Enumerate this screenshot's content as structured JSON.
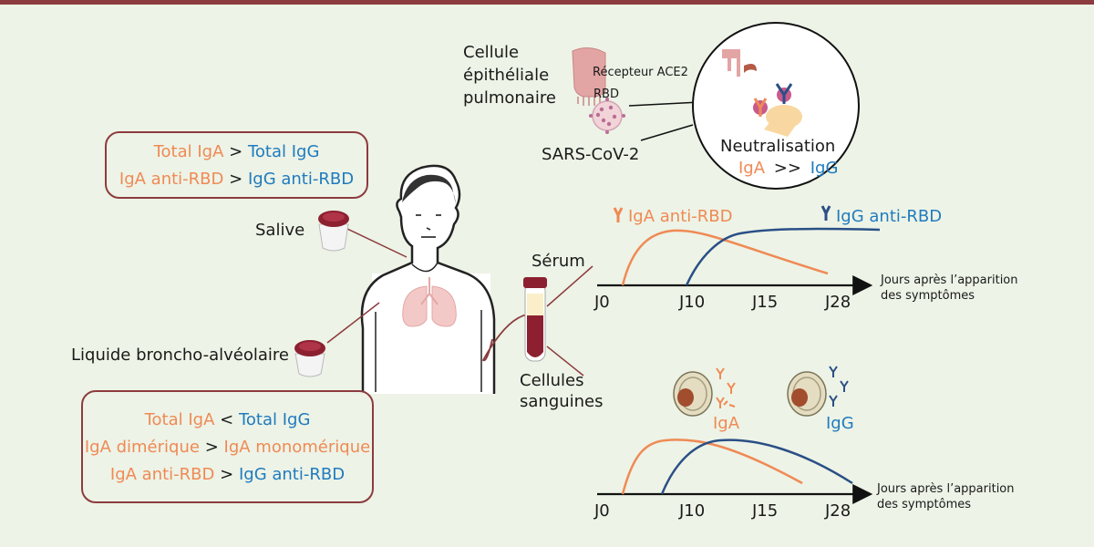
{
  "colors": {
    "iga": "#ef8a55",
    "igg": "#1f7bbf",
    "igg_curve": "#2a4f86",
    "frame": "#8c3b3e",
    "background": "#edf3e6"
  },
  "saliva_box": {
    "line1": {
      "a": "Total IgA",
      "op": ">",
      "b": "Total IgG"
    },
    "line2": {
      "a": "IgA anti-RBD",
      "op": ">",
      "b": "IgG anti-RBD"
    }
  },
  "bal_box": {
    "line1": {
      "a": "Total IgA",
      "op": "<",
      "b": "Total IgG"
    },
    "line2": {
      "a": "IgA dimérique",
      "op": ">",
      "b": "IgA monomérique"
    },
    "line3": {
      "a": "IgA anti-RBD",
      "op": ">",
      "b": "IgG anti-RBD"
    }
  },
  "labels": {
    "salive": "Salive",
    "liquide": "Liquide broncho-alvéolaire",
    "serum": "Sérum",
    "cellules_1": "Cellules",
    "cellules_2": "sanguines",
    "cellule_1": "Cellule",
    "cellule_2": "épithéliale",
    "cellule_3": "pulmonaire",
    "recepteur": "Récepteur ACE2",
    "rbd": "RBD",
    "virus": "SARS-CoV-2",
    "neutralisation": "Neutralisation",
    "neut_iga": "IgA",
    "neut_op": ">>",
    "neut_igg": "IgG",
    "cell_iga": "IgA",
    "cell_igg": "IgG"
  },
  "top_chart": {
    "legend_iga": "IgA anti-RBD",
    "legend_igg": "IgG anti-RBD",
    "ticks": [
      "J0",
      "J10",
      "J15",
      "J28"
    ],
    "axis_label_1": "Jours après l’apparition",
    "axis_label_2": "des symptômes"
  },
  "bottom_chart": {
    "ticks": [
      "J0",
      "J10",
      "J15",
      "J28"
    ],
    "axis_label_1": "Jours après l’apparition",
    "axis_label_2": "des symptômes"
  },
  "icons": [
    "lung-cell-icon",
    "ace2-receptor-icon",
    "virus-icon",
    "antibody-icon",
    "sample-cup-icon",
    "blood-tube-icon",
    "plasma-cell-icon",
    "human-figure-icon",
    "lungs-icon"
  ]
}
